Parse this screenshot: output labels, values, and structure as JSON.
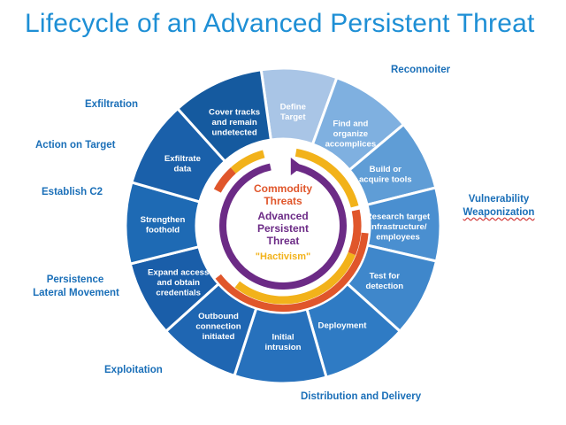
{
  "title": "Lifecycle of an Advanced Persistent Threat",
  "phases": {
    "reconnoiter": "Reconnoiter",
    "vulnerability": "Vulnerability",
    "weaponization": "Weaponization",
    "distribution": "Distribution and Delivery",
    "exploitation": "Exploitation",
    "persistence": "Persistence",
    "lateral": "Lateral Movement",
    "establish_c2": "Establish C2",
    "action_on_target": "Action on Target",
    "exfiltration": "Exfiltration"
  },
  "segments": [
    {
      "lines": [
        "Define",
        "Target"
      ]
    },
    {
      "lines": [
        "Find and",
        "organize",
        "accomplices"
      ]
    },
    {
      "lines": [
        "Build or",
        "acquire tools"
      ]
    },
    {
      "lines": [
        "Research target",
        "infrastructure/",
        "employees"
      ]
    },
    {
      "lines": [
        "Test for",
        "detection"
      ]
    },
    {
      "lines": [
        "Deployment"
      ]
    },
    {
      "lines": [
        "Initial",
        "intrusion"
      ]
    },
    {
      "lines": [
        "Outbound",
        "connection",
        "initiated"
      ]
    },
    {
      "lines": [
        "Expand access",
        "and obtain",
        "credentials"
      ]
    },
    {
      "lines": [
        "Strengthen",
        "foothold"
      ]
    },
    {
      "lines": [
        "Exfiltrate",
        "data"
      ]
    },
    {
      "lines": [
        "Cover tracks",
        "and remain",
        "undetected"
      ]
    }
  ],
  "center": {
    "commodity": [
      "Commodity",
      "Threats"
    ],
    "apt": [
      "Advanced",
      "Persistent",
      "Threat"
    ],
    "hactivism": "\"Hactivism\""
  },
  "colors": {
    "title": "#1e8fd5",
    "phase_text": "#1a6fb8",
    "ring_orange": "#f2b21a",
    "ring_red": "#e0562b",
    "ring_purple": "#6c2b86",
    "commodity_text": "#e0562b",
    "apt_text": "#6c2b86",
    "hactivism_text": "#f2b21a"
  }
}
